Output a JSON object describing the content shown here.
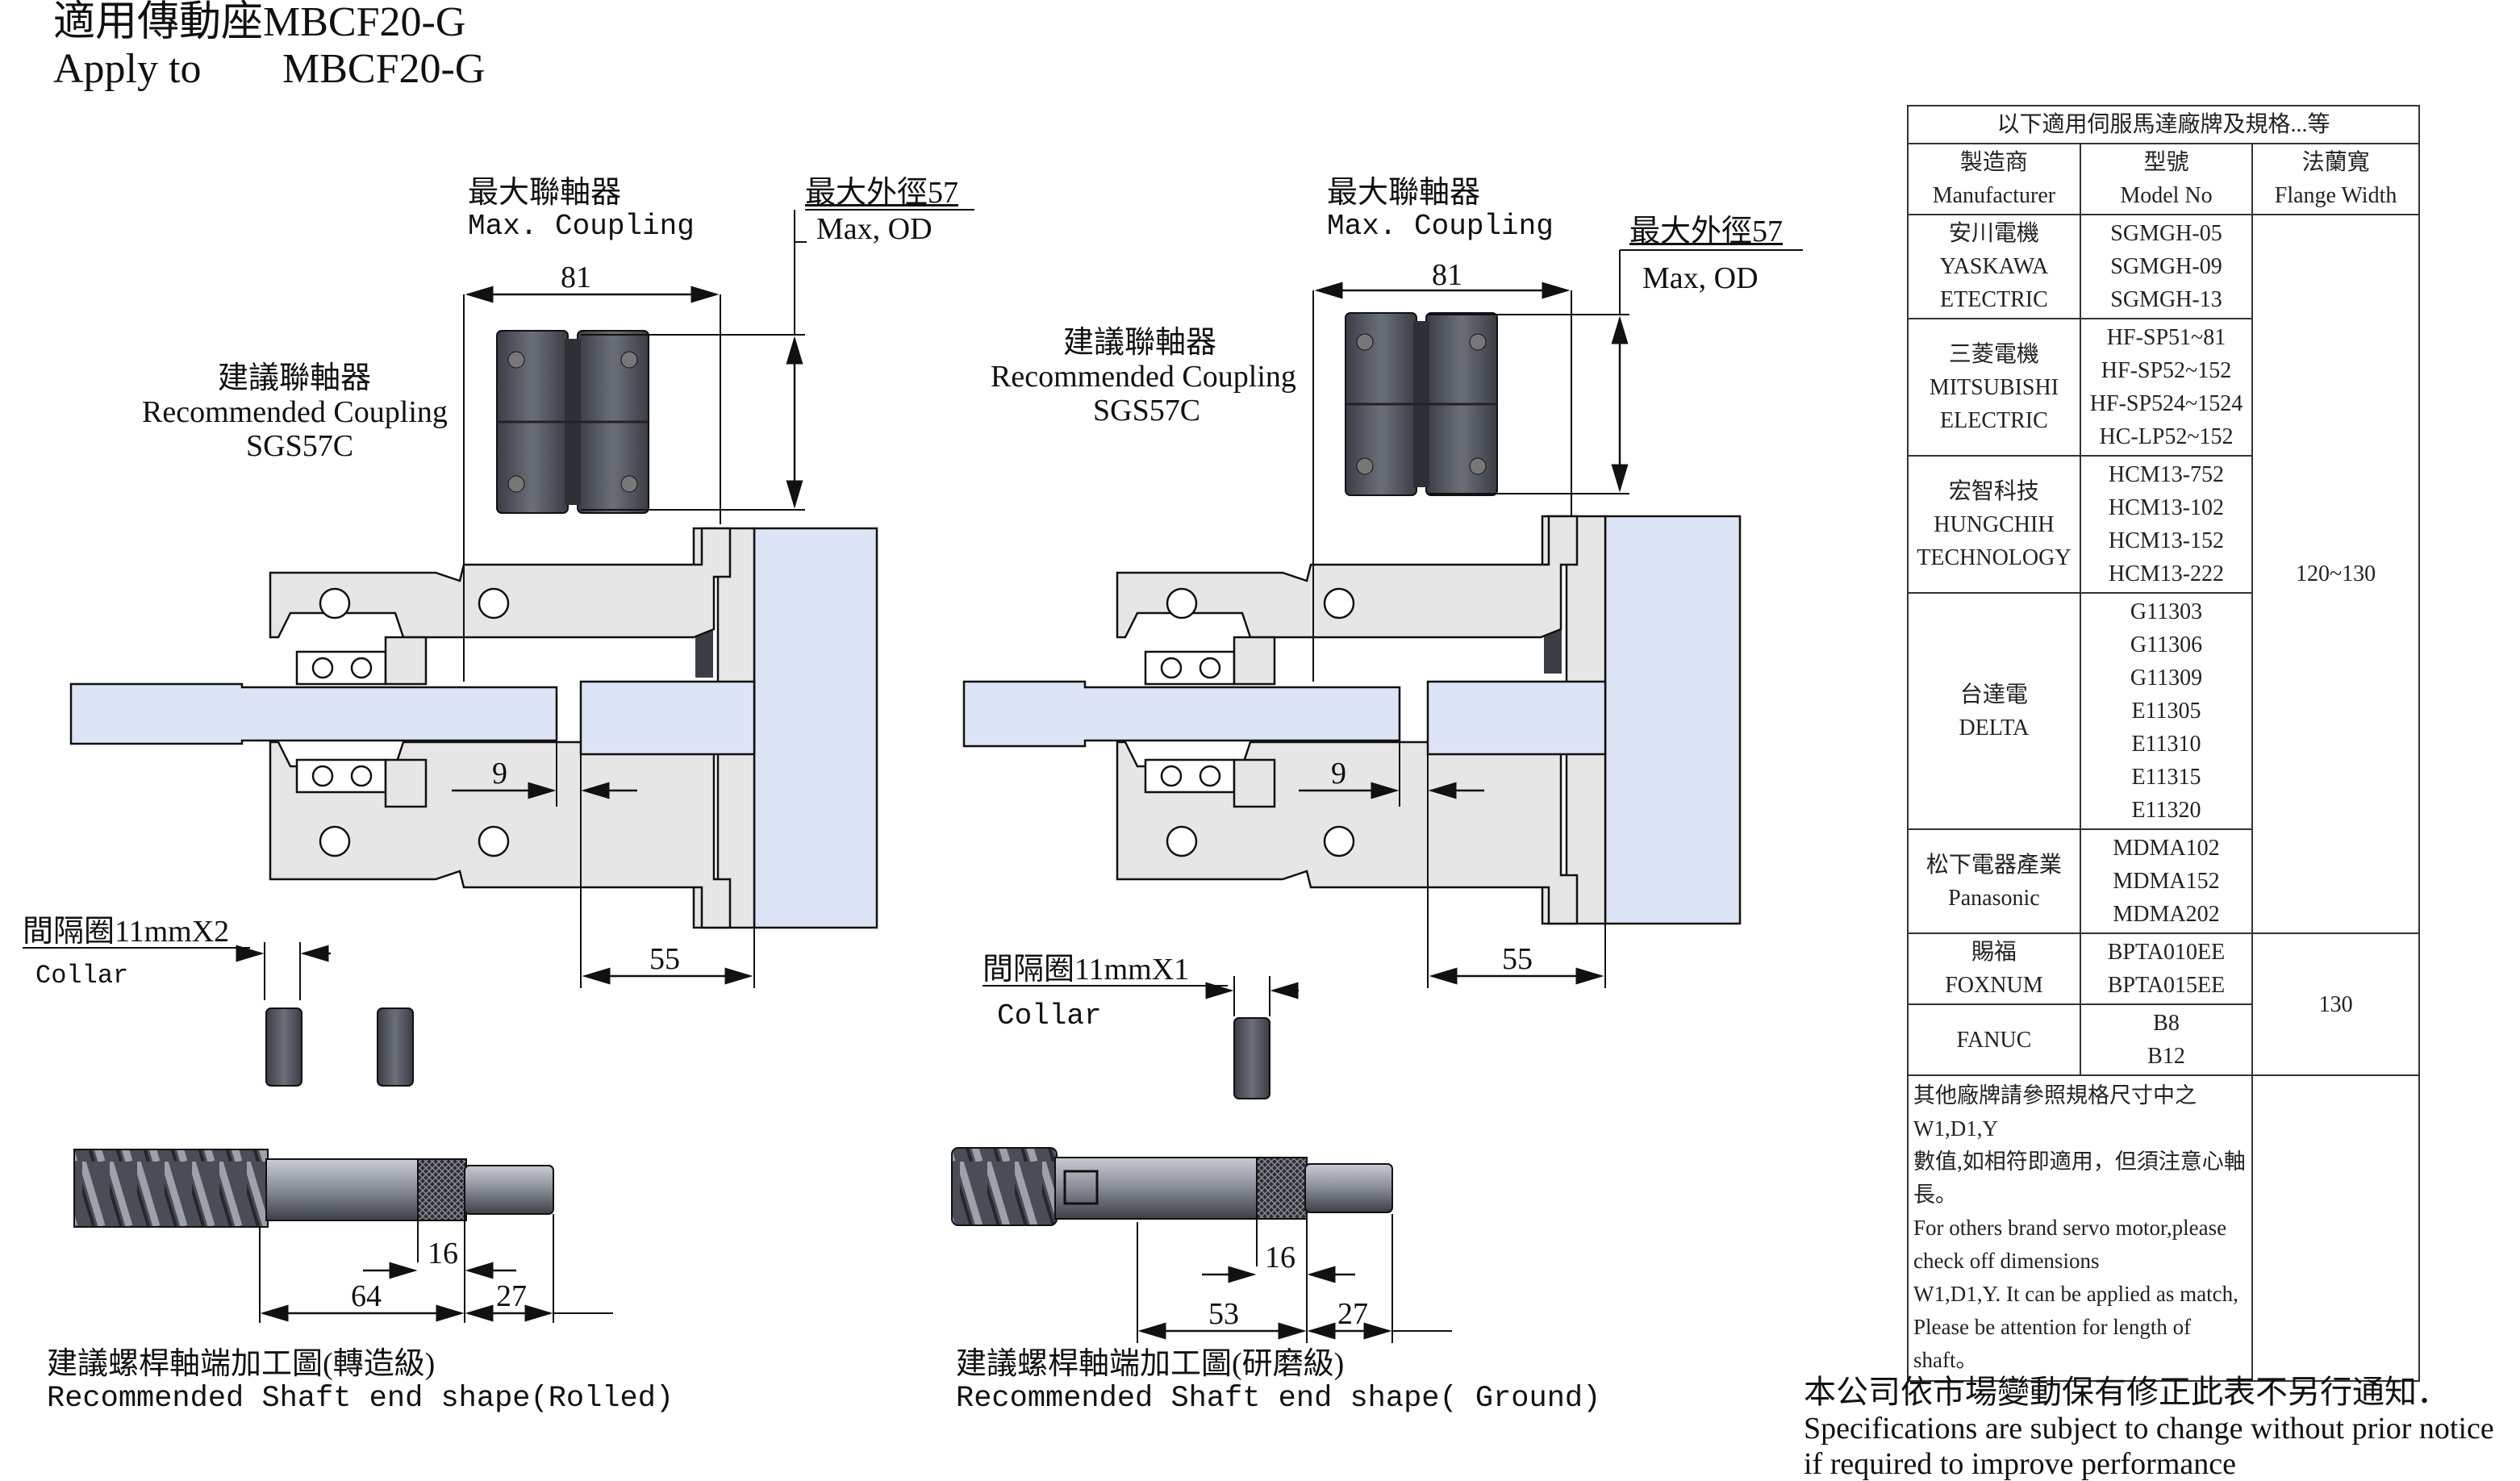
{
  "header": {
    "title_zh": "適用傳動座MBCF20-G",
    "title_en_prefix": "Apply to",
    "title_en_model": "MBCF20-G"
  },
  "left_diagram": {
    "max_coupling_zh": "最大聯軸器",
    "max_coupling_en": "Max. Coupling",
    "max_od_zh": "最大外徑57",
    "max_od_en": "Max, OD",
    "rec_coupling_zh": "建議聯軸器",
    "rec_coupling_en": "Recommended Coupling",
    "rec_coupling_model": "SGS57C",
    "dim_81": "81",
    "dim_9": "9",
    "dim_55": "55",
    "collar_zh": "間隔圈11mmX2",
    "collar_en": "Collar",
    "dim_16": "16",
    "dim_64": "64",
    "dim_27": "27",
    "shaft_caption_zh": "建議螺桿軸端加工圖(轉造級)",
    "shaft_caption_en": "Recommended Shaft end shape(Rolled)"
  },
  "right_diagram": {
    "max_coupling_zh": "最大聯軸器",
    "max_coupling_en": "Max. Coupling",
    "max_od_zh": "最大外徑57",
    "max_od_en": "Max, OD",
    "rec_coupling_zh": "建議聯軸器",
    "rec_coupling_en": "Recommended Coupling",
    "rec_coupling_model": "SGS57C",
    "dim_81": "81",
    "dim_9": "9",
    "dim_55": "55",
    "collar_zh": "間隔圈11mmX1",
    "collar_en": "Collar",
    "dim_16": "16",
    "dim_53": "53",
    "dim_27": "27",
    "shaft_caption_zh": "建議螺桿軸端加工圖(研磨級)",
    "shaft_caption_en": "Recommended Shaft end shape( Ground)"
  },
  "table": {
    "caption": "以下適用伺服馬達廠牌及規格...等",
    "headers": [
      {
        "zh": "製造商",
        "en": "Manufacturer"
      },
      {
        "zh": "型號",
        "en": "Model No"
      },
      {
        "zh": "法蘭寬",
        "en": "Flange Width"
      }
    ],
    "rows": [
      {
        "maker": [
          "安川電機",
          "YASKAWA",
          "ETECTRIC"
        ],
        "models": [
          "SGMGH-05",
          "SGMGH-09",
          "SGMGH-13"
        ]
      },
      {
        "maker": [
          "三菱電機",
          "MITSUBISHI",
          "ELECTRIC"
        ],
        "models": [
          "HF-SP51~81",
          "HF-SP52~152",
          "HF-SP524~1524",
          "HC-LP52~152"
        ]
      },
      {
        "maker": [
          "宏智科技",
          "HUNGCHIH",
          "TECHNOLOGY"
        ],
        "models": [
          "HCM13-752",
          "HCM13-102",
          "HCM13-152",
          "HCM13-222"
        ]
      },
      {
        "maker": [
          "台達電",
          "DELTA"
        ],
        "models": [
          "G11303",
          "G11306",
          "G11309",
          "E11305",
          "E11310",
          "E11315",
          "E11320"
        ]
      },
      {
        "maker": [
          "松下電器產業",
          "Panasonic"
        ],
        "models": [
          "MDMA102",
          "MDMA152",
          "MDMA202"
        ]
      },
      {
        "maker": [
          "賜福",
          "FOXNUM"
        ],
        "models": [
          "BPTA010EE",
          "BPTA015EE"
        ]
      },
      {
        "maker": [
          "FANUC"
        ],
        "models": [
          "B8",
          "B12"
        ]
      }
    ],
    "flange_group_1": "120~130",
    "flange_group_2": "130",
    "note_lines": [
      "其他廠牌請參照規格尺寸中之W1,D1,Y",
      "數值,如相符即適用，但須注意心軸長。",
      "For others brand servo motor,please",
      "check off dimensions",
      "W1,D1,Y. It can be applied as match,",
      "Please be attention for length of shaft。"
    ]
  },
  "footer": {
    "line1": "本公司依市場變動保有修正此表不另行通知．",
    "line2": "Specifications are subject to change without prior notice",
    "line3": " if required to improve performance"
  },
  "colors": {
    "housing": "#e6e6e6",
    "motor": "#dce4f6",
    "shaft": "#dce4f6",
    "coupling": "#4a4d55",
    "line": "#111111"
  }
}
